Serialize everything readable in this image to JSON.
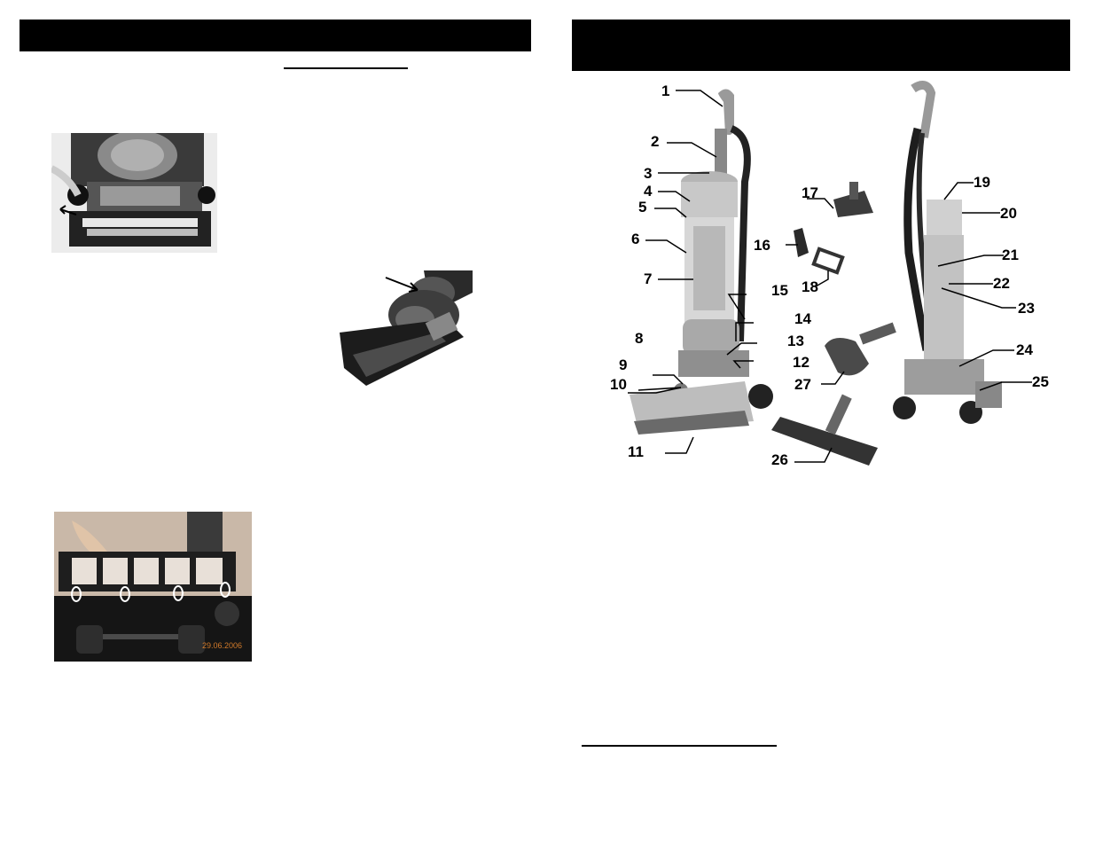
{
  "left_page": {
    "photo_3_date_stamp": "29.06.2006"
  },
  "parts_diagram": {
    "callouts": [
      "1",
      "2",
      "3",
      "4",
      "5",
      "6",
      "7",
      "8",
      "9",
      "10",
      "11",
      "12",
      "13",
      "14",
      "15",
      "16",
      "17",
      "18",
      "19",
      "20",
      "21",
      "22",
      "23",
      "24",
      "25",
      "26",
      "27"
    ]
  }
}
